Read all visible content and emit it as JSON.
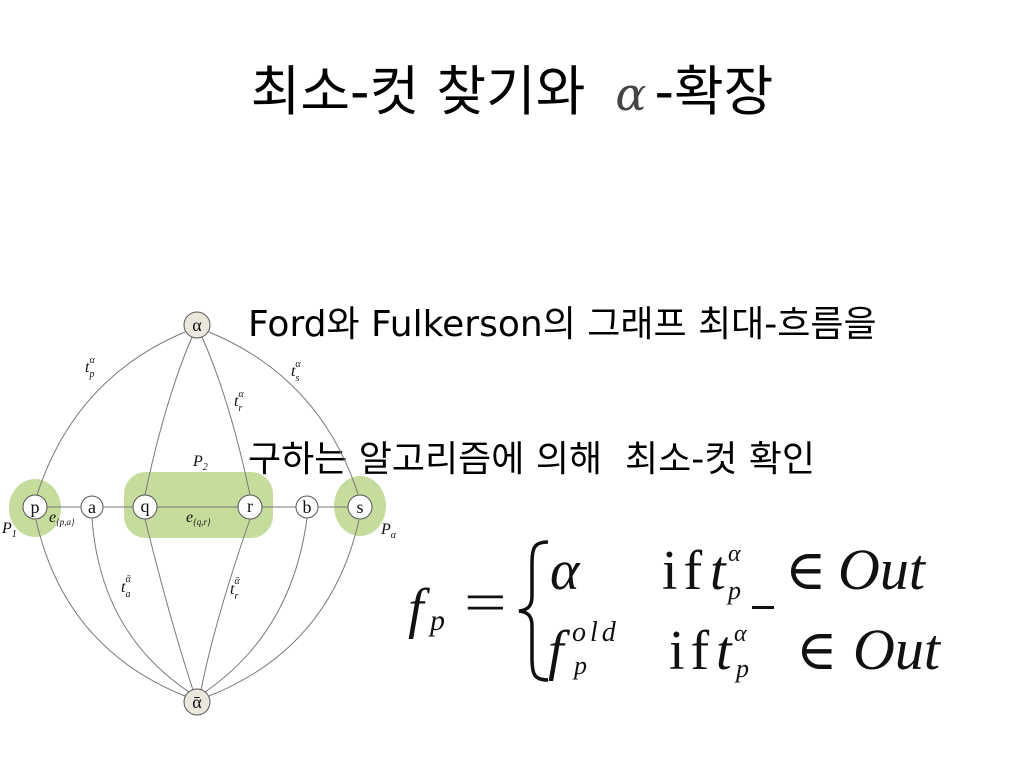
{
  "slide": {
    "title": {
      "part1": "최소-컷 찾기와",
      "alpha": "α",
      "part2": "-확장"
    },
    "body_lines": [
      "Ford와 Fulkerson의 그래프 최대-흐름을",
      "구하는 알고리즘에 의해  최소-컷 확인"
    ]
  },
  "diagram": {
    "nodes": {
      "alpha": "α",
      "p": "p",
      "a": "a",
      "q": "q",
      "r": "r",
      "b": "b",
      "s": "s",
      "alpha_bar": "ᾱ"
    },
    "edge_labels": {
      "t_p_alpha": {
        "base": "t",
        "sub": "p",
        "sup": "α"
      },
      "t_s_alpha": {
        "base": "t",
        "sub": "s",
        "sup": "α"
      },
      "t_r_alpha": {
        "base": "t",
        "sub": "r",
        "sup": "α"
      },
      "t_a_alphabar": {
        "base": "t",
        "sub": "a",
        "sup": "ᾱ"
      },
      "t_r_alphabar": {
        "base": "t",
        "sub": "r",
        "sup": "ᾱ"
      },
      "e_pa": {
        "base": "e",
        "sub": "{p,a}"
      },
      "e_qr": {
        "base": "e",
        "sub": "{q,r}"
      }
    },
    "region_labels": {
      "P1": {
        "base": "P",
        "sub": "1"
      },
      "P2": {
        "base": "P",
        "sub": "2"
      },
      "P_alpha": {
        "base": "P",
        "sub": "α"
      }
    },
    "colors": {
      "highlight": "#c5dc9c",
      "terminal_node_fill": "#ebe7dd",
      "node_fill": "#ffffff",
      "edge": "#7a7a7a"
    }
  },
  "formula": {
    "lhs": {
      "base": "f",
      "sub": "p"
    },
    "equals": "=",
    "cases": [
      {
        "value": "α",
        "if": "if",
        "var": "t",
        "var_sub": "p",
        "var_sup": "α",
        "relation": "∈",
        "set": "Out"
      },
      {
        "value": "f",
        "value_sub": "p",
        "value_sup": "old",
        "if": "if",
        "var": "t",
        "var_sub": "p",
        "var_sup": "α",
        "relation": "∈",
        "set": "Out"
      }
    ]
  }
}
